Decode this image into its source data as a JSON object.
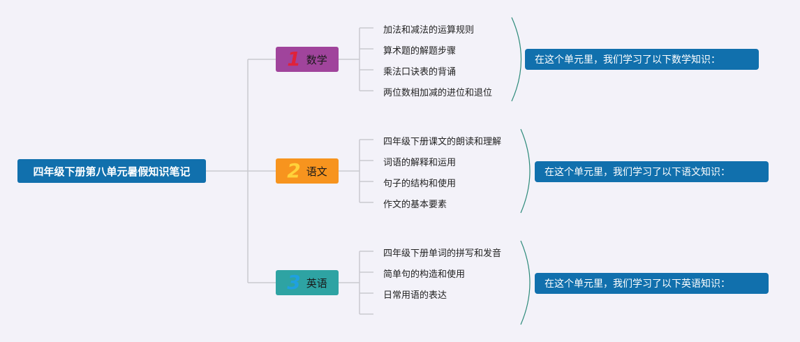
{
  "root": {
    "title": "四年级下册第八单元暑假知识笔记"
  },
  "branches": [
    {
      "number": "1",
      "label": "数学",
      "color": "#a0449c",
      "number_color": "#e0223a",
      "items": [
        "加法和减法的运算规则",
        "算术题的解题步骤",
        "乘法口诀表的背诵",
        "两位数相加减的进位和退位"
      ],
      "summary": "在这个单元里，我们学习了以下数学知识："
    },
    {
      "number": "2",
      "label": "语文",
      "color": "#f7941e",
      "number_color": "#ffd23a",
      "items": [
        "四年级下册课文的朗读和理解",
        "词语的解释和运用",
        "句子的结构和使用",
        "作文的基本要素"
      ],
      "summary": "在这个单元里，我们学习了以下语文知识："
    },
    {
      "number": "3",
      "label": "英语",
      "color": "#2ea3a3",
      "number_color": "#1fa0e0",
      "items": [
        "四年级下册单词的拼写和发音",
        "简单句的构造和使用",
        "日常用语的表达",
        ""
      ],
      "summary": "在这个单元里，我们学习了以下英语知识："
    }
  ]
}
